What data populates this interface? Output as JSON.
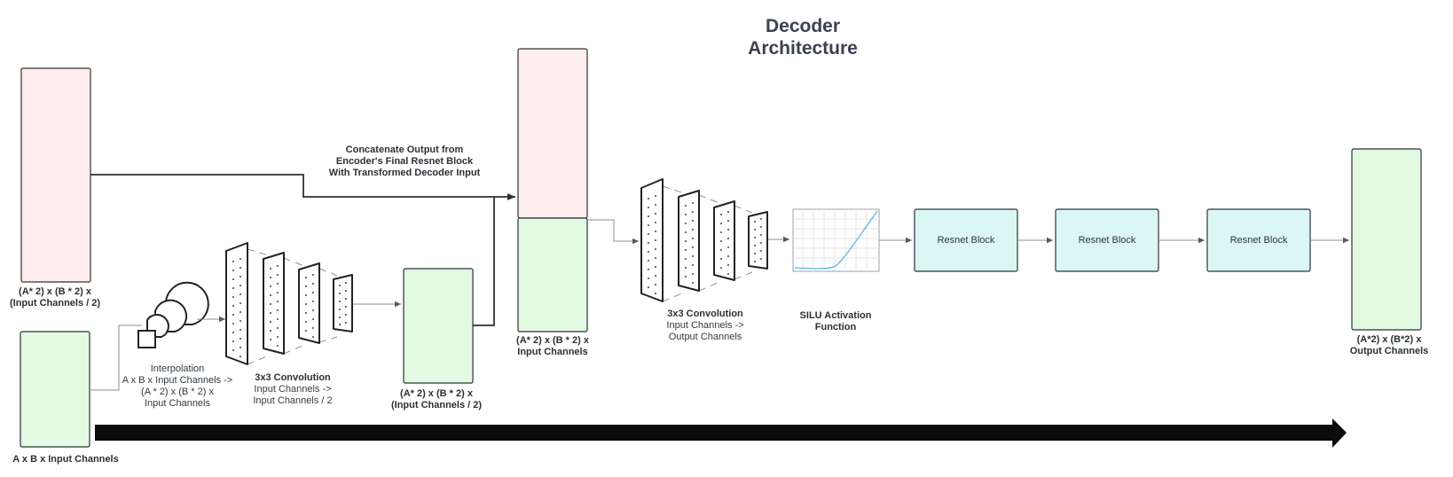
{
  "title_line1": "Decoder",
  "title_line2": "Architecture",
  "concat_label": [
    "Concatenate Output from",
    "Encoder's Final Resnet Block",
    "With Transformed Decoder Input"
  ],
  "encoder_skip_label": [
    "(A* 2) x (B * 2) x",
    "(Input Channels / 2)"
  ],
  "input_label": "A x B x Input Channels",
  "interpolation_label": [
    "Interpolation",
    "A x B x Input Channels ->",
    "(A * 2) x (B * 2) x",
    "Input Channels"
  ],
  "conv1_label": {
    "title": "3x3 Convolution",
    "lines": [
      "Input Channels ->",
      "Input Channels / 2"
    ]
  },
  "conv1_output_label": [
    "(A* 2) x (B * 2) x",
    "(Input Channels / 2)"
  ],
  "concat_output_label": [
    "(A* 2) x (B * 2) x",
    "Input Channels"
  ],
  "conv2_label": {
    "title": "3x3 Convolution",
    "lines": [
      "Input Channels ->",
      "Output Channels"
    ]
  },
  "silu_label": [
    "SILU Activation",
    "Function"
  ],
  "resnet_blocks": [
    "Resnet Block",
    "Resnet Block",
    "Resnet Block"
  ],
  "final_output_label": [
    "(A*2) x (B*2) x",
    "Output Channels"
  ],
  "colors": {
    "pink_fill": "#fdeeed",
    "green_fill": "#e3f9e1",
    "cyan_fill": "#dbf7f4",
    "stroke": "#2d3136",
    "arrow_line": "#7b8085",
    "silu_curve": "#5ab6e6"
  }
}
